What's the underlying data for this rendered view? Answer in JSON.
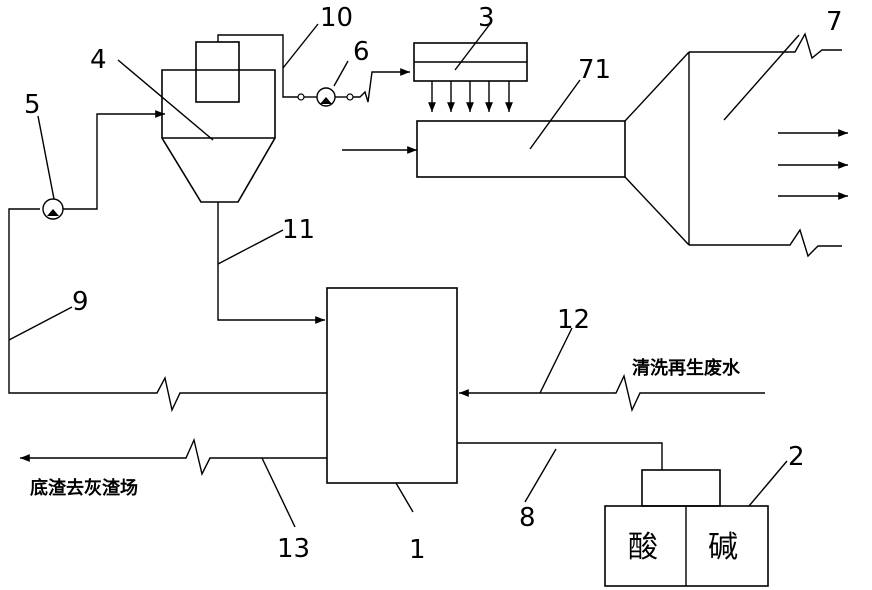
{
  "labels": {
    "n1": "1",
    "n2": "2",
    "n3": "3",
    "n4": "4",
    "n5": "5",
    "n6": "6",
    "n7": "7",
    "n71": "71",
    "n8": "8",
    "n9": "9",
    "n10": "10",
    "n11": "11",
    "n12": "12",
    "n13": "13"
  },
  "text": {
    "wastewater": "清洗再生废水",
    "bottom_ash": "底渣去灰渣场",
    "acid": "酸",
    "alkali": "碱"
  }
}
